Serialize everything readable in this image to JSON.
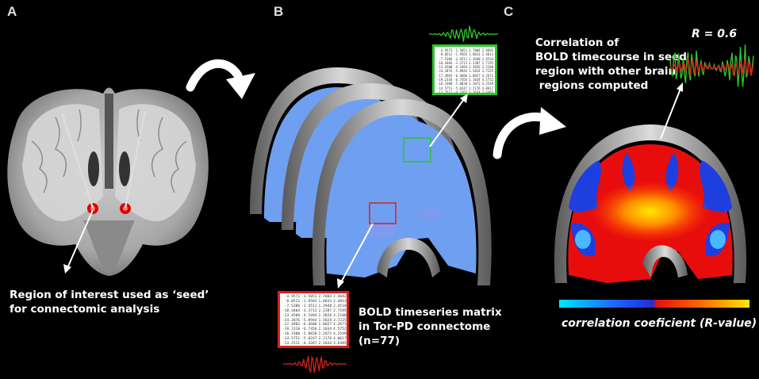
{
  "panels": {
    "a": {
      "label": "A",
      "caption_line1": "Region of interest used as ‘seed’",
      "caption_line2": "for connectomic analysis"
    },
    "b": {
      "label": "B",
      "caption_line1": "BOLD timeseries matrix",
      "caption_line2": "in Tor-PD connectome",
      "caption_line3": "(n=77)"
    },
    "c": {
      "label": "C",
      "caption_line1": "Correlation of",
      "caption_line2": "BOLD timecourse in seed",
      "caption_line3": "region with other brain",
      "caption_line4": " regions computed",
      "r_value": "R = 0.6",
      "colorbar_label": "correlation coeficient (R-value)"
    }
  },
  "matrix_rows": [
    [
      "-4.9573",
      "-1.5051",
      "2.7004",
      "2.4692"
    ],
    [
      "-8.0512",
      "-1.9565",
      "1.8033",
      "2.4813"
    ],
    [
      "-7.5386",
      "-2.4511",
      "1.3948",
      "2.4534"
    ],
    [
      "-18.4404",
      "-3.3713",
      "2.2387",
      "2.7195"
    ],
    [
      "-13.4500",
      "-4.5494",
      "2.3826",
      "3.2188"
    ],
    [
      "-24.2876",
      "-5.8944",
      "1.5824",
      "3.7225"
    ],
    [
      "-17.4983",
      "-6.4686",
      "1.8027",
      "4.2671"
    ],
    [
      "-19.2310",
      "-6.7456",
      "2.1034",
      "4.5752"
    ],
    [
      "-16.3308",
      "-5.8830",
      "2.2072",
      "4.2549"
    ],
    [
      "-14.5751",
      "-5.0247",
      "2.2176",
      "4.0617"
    ],
    [
      "-13.2511",
      "-4.3267",
      "2.1034",
      "3.6485"
    ]
  ],
  "colors": {
    "red_box": "#d8201c",
    "green_box": "#2ec42e",
    "cold_map": "#6f9ff0",
    "colorbar": [
      "#00e5ff",
      "#1f62ff",
      "#1f2fd6",
      "#e80d0d",
      "#ff6a00",
      "#ffe800"
    ]
  }
}
